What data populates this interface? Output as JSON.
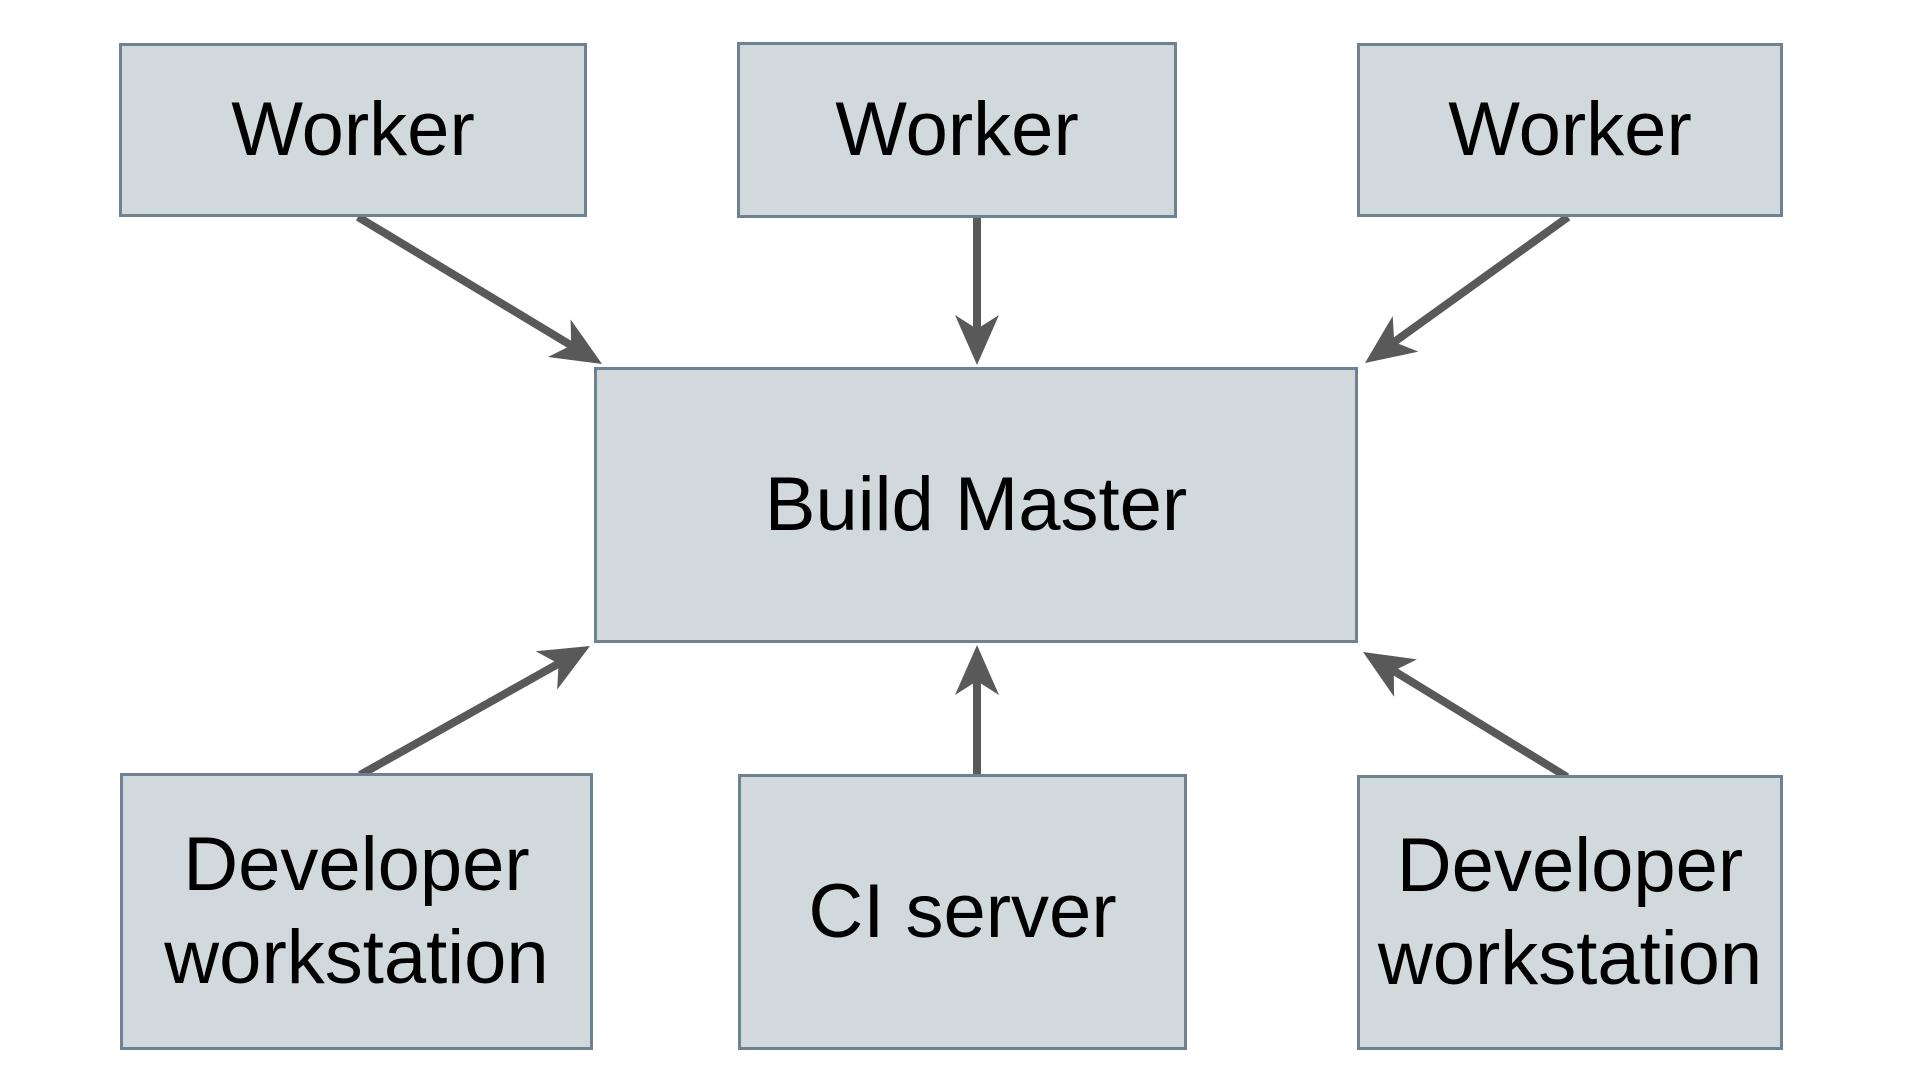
{
  "diagram": {
    "description": "Distributed build system topology: workers, developer workstations and a CI server all connect to a central Build Master",
    "nodes": [
      {
        "id": "worker-1",
        "label": "Worker"
      },
      {
        "id": "worker-2",
        "label": "Worker"
      },
      {
        "id": "worker-3",
        "label": "Worker"
      },
      {
        "id": "build-master",
        "label": "Build Master"
      },
      {
        "id": "developer-workstation-1",
        "label": "Developer workstation"
      },
      {
        "id": "ci-server",
        "label": "CI server"
      },
      {
        "id": "developer-workstation-2",
        "label": "Developer workstation"
      }
    ],
    "edges": [
      {
        "from": "worker-1",
        "to": "build-master",
        "style": "arrow"
      },
      {
        "from": "worker-2",
        "to": "build-master",
        "style": "arrow"
      },
      {
        "from": "worker-3",
        "to": "build-master",
        "style": "arrow"
      },
      {
        "from": "developer-workstation-1",
        "to": "build-master",
        "style": "arrow"
      },
      {
        "from": "ci-server",
        "to": "build-master",
        "style": "arrow"
      },
      {
        "from": "developer-workstation-2",
        "to": "build-master",
        "style": "arrow"
      }
    ],
    "colors": {
      "background": "#ffffff",
      "node_fill": "#d2d9dc",
      "node_border": "#6e8291",
      "arrow": "#595959",
      "text": "#000000"
    }
  }
}
